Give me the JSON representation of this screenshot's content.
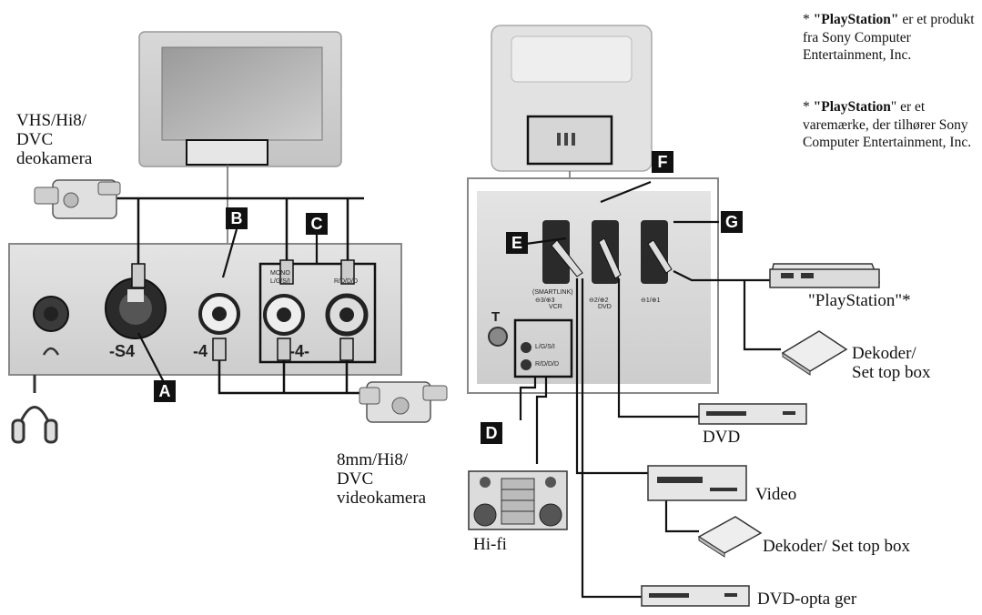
{
  "labels": {
    "camcorder_top": "VHS/Hi8/\nDVC\ndeokamera",
    "camcorder_bottom": "8mm/Hi8/\nDVC\nvideokamera",
    "playstation": "\"PlayStation\"*",
    "decoder_top": "Dekoder/\nSet top box",
    "dvd": "DVD",
    "video": "Video",
    "decoder_bottom": "Dekoder/ Set top box",
    "hifi": "Hi-fi",
    "dvd_recorder": "DVD-opta ger"
  },
  "badges": [
    "A",
    "B",
    "C",
    "D",
    "E",
    "F",
    "G"
  ],
  "footnotes": [
    {
      "lead": "* ",
      "brand": "\"PlayStation\"",
      "rest": " er et produkt fra Sony Computer Entertainment, Inc."
    },
    {
      "lead": "* ",
      "brand": "\"PlayStation",
      "rest": "\" er et varemærke, der tilhører Sony Computer Entertainment, Inc."
    }
  ],
  "front_panel": {
    "mono_label": "MONO",
    "l_label": "L/G/S/I",
    "r_label": "R/D/D/D",
    "s_video_label": "-S4",
    "video_label": "-4",
    "audio_label": "-4-"
  },
  "rear_panel": {
    "scart3_label": "⊖3/⊕3",
    "scart3_sub": "(SMARTLINK)",
    "scart3_name": "VCR",
    "scart2_label": "⊖2/⊕2",
    "scart2_name": "DVD",
    "scart1_label": "⊖1/⊕1",
    "audio_out_l": "L/G/S/I",
    "audio_out_r": "R/D/D/D",
    "antenna": "T"
  }
}
